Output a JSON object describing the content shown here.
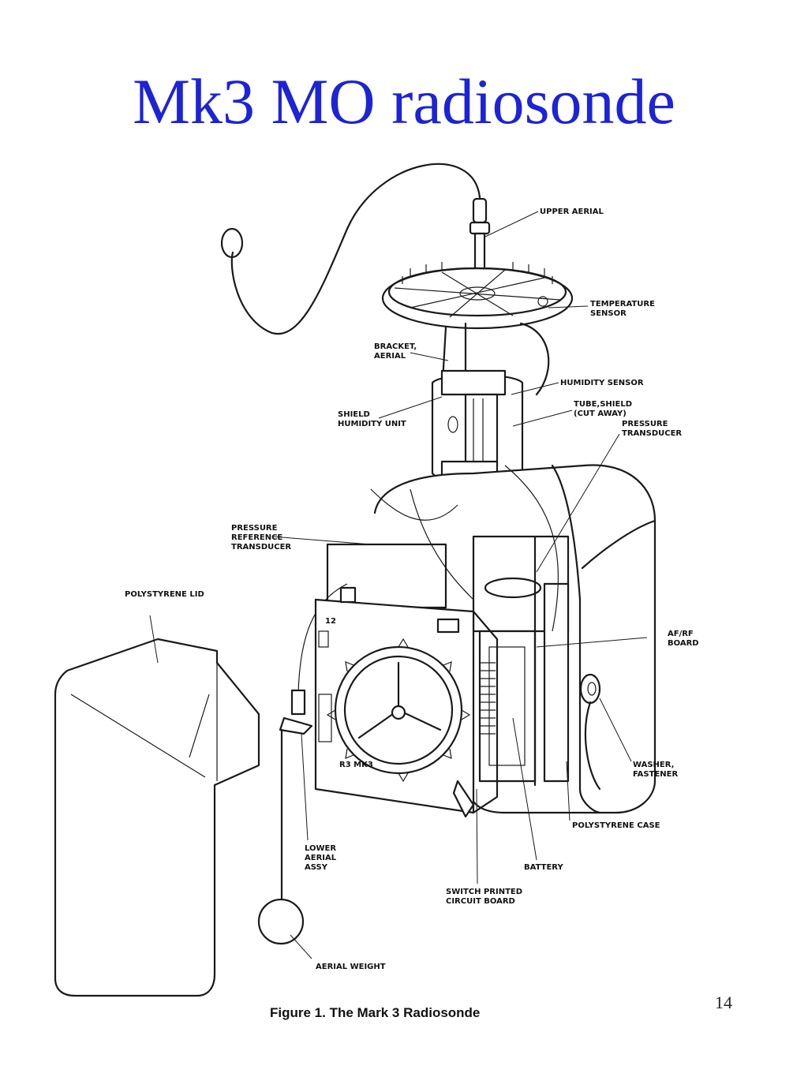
{
  "title": "Mk3 MO radiosonde",
  "figure": {
    "caption": "Figure 1.  The Mark 3 Radiosonde",
    "labels": {
      "upper_aerial": "UPPER AERIAL",
      "temperature_sensor_1": "TEMPERATURE",
      "temperature_sensor_2": "SENSOR",
      "bracket_aerial_1": "BRACKET,",
      "bracket_aerial_2": "AERIAL",
      "humidity_sensor": "HUMIDITY SENSOR",
      "tube_shield_1": "TUBE,SHIELD",
      "tube_shield_2": "(CUT AWAY)",
      "shield_humidity_1": "SHIELD",
      "shield_humidity_2": "HUMIDITY UNIT",
      "pressure_transducer_1": "PRESSURE",
      "pressure_transducer_2": "TRANSDUCER",
      "pressure_ref_1": "PRESSURE",
      "pressure_ref_2": "REFERENCE",
      "pressure_ref_3": "TRANSDUCER",
      "polystyrene_lid": "POLYSTYRENE LID",
      "af_rf_1": "AF/RF",
      "af_rf_2": "BOARD",
      "washer_1": "WASHER,",
      "washer_2": "FASTENER",
      "polystyrene_case": "POLYSTYRENE CASE",
      "lower_aerial_1": "LOWER",
      "lower_aerial_2": "AERIAL",
      "lower_aerial_3": "ASSY",
      "battery": "BATTERY",
      "switch_pcb_1": "SWITCH PRINTED",
      "switch_pcb_2": "CIRCUIT BOARD",
      "aerial_weight": "AERIAL WEIGHT",
      "board_number": "12",
      "board_marking": "R3 MK3"
    }
  },
  "page_number": "14"
}
